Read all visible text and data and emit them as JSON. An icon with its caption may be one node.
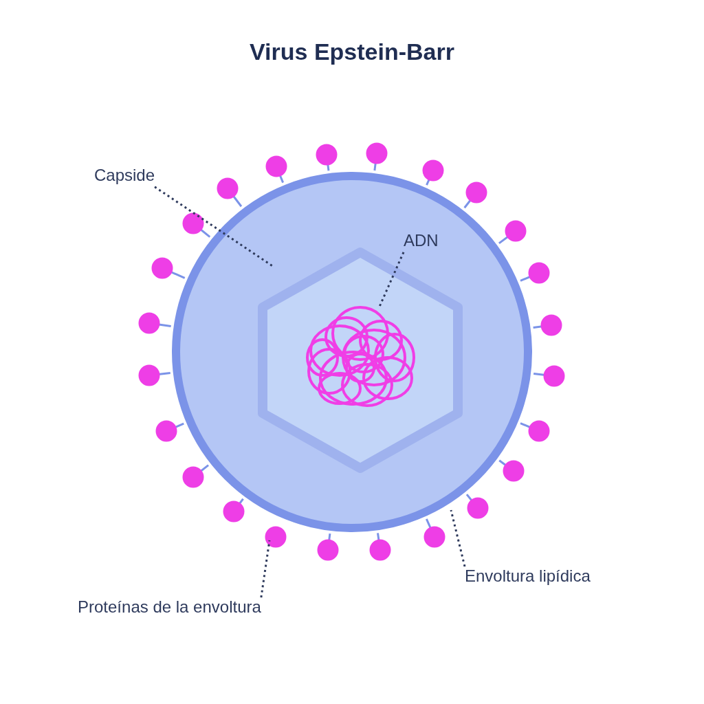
{
  "diagram": {
    "title": "Virus Epstein-Barr",
    "nodes": [
      {
        "text": [
          "Capside"
        ]
      },
      {
        "text": [
          "ADN"
        ],
        "in": 4
      },
      {
        "text": [
          "Envoltura lipídica"
        ]
      },
      {
        "text": [
          "Proteínas de la envoltura"
        ]
      },
      {
        "text": [],
        "shape": "circle"
      },
      {
        "text": [],
        "shape": "hexagon",
        "in": 4
      },
      {
        "text": [],
        "shape": "picture",
        "in": 5
      },
      {
        "text": [],
        "shape": "circle"
      }
    ],
    "edges": [
      {
        "from": 0,
        "to": 5,
        "arrow": "none",
        "style": "dashed"
      },
      {
        "from": 1,
        "to": 6,
        "arrow": "none",
        "style": "dashed"
      },
      {
        "from": 2,
        "to": 4,
        "arrow": "none",
        "style": "dashed"
      },
      {
        "from": 3,
        "to": 7,
        "arrow": "none",
        "style": "dashed"
      }
    ]
  }
}
